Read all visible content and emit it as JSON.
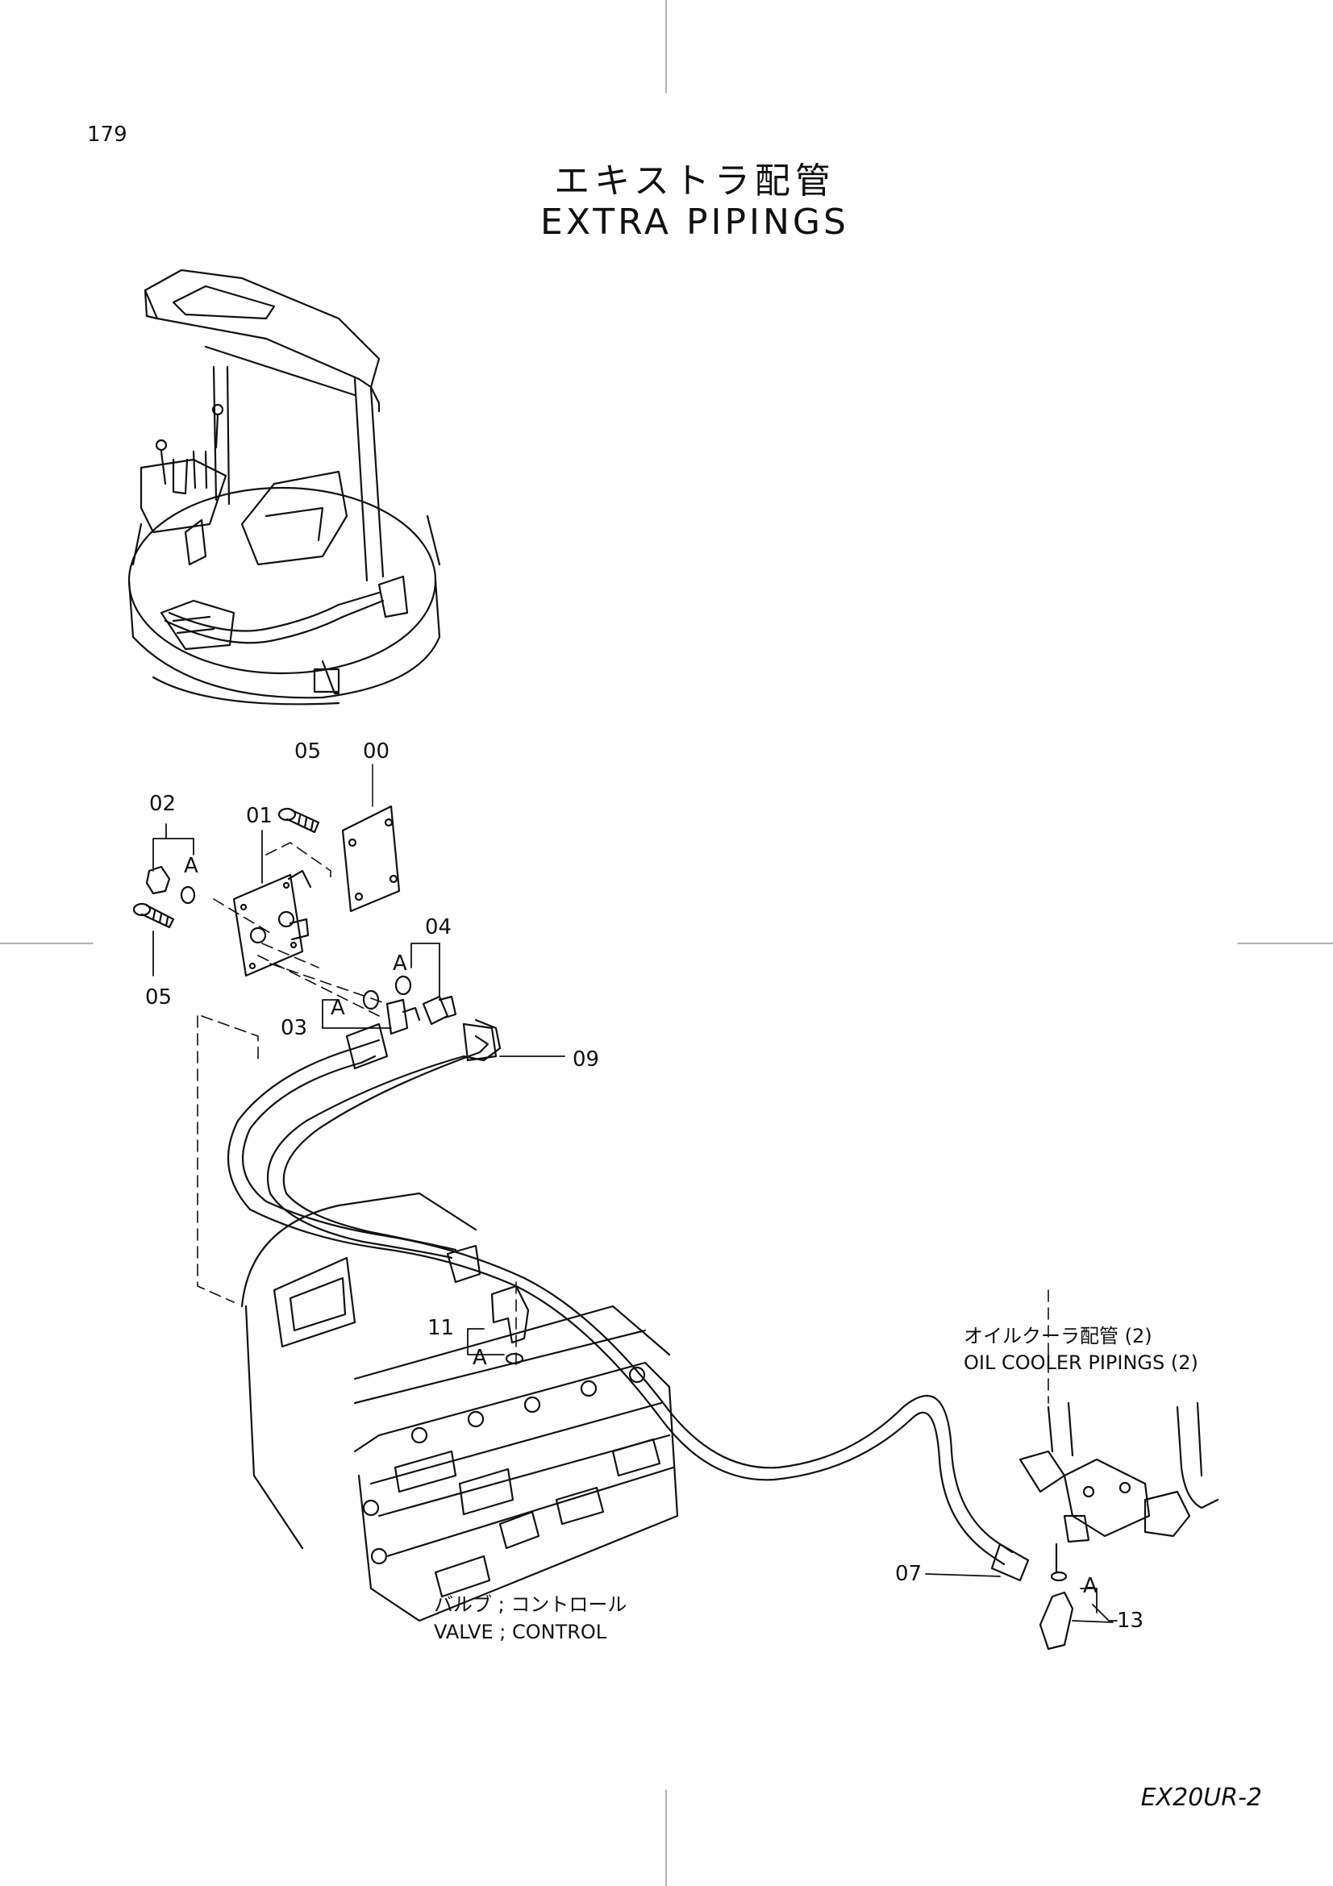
{
  "page_number": "179",
  "title": {
    "jp": "エキストラ配管",
    "en": "EXTRA PIPINGS"
  },
  "model": "EX20UR-2",
  "parts": {
    "p00": "00",
    "p01": "01",
    "p02": "02",
    "p03": "03",
    "p04": "04",
    "p05_top": "05",
    "p05_left": "05",
    "p07": "07",
    "p09": "09",
    "p11": "11",
    "p13": "13"
  },
  "ref_marker": "A",
  "notes": {
    "oil_cooler_jp": "オイルクーラ配管 (2)",
    "oil_cooler_en": "OIL COOLER PIPINGS (2)",
    "valve_jp": "バルブ ; コントロール",
    "valve_en": "VALVE ; CONTROL"
  }
}
